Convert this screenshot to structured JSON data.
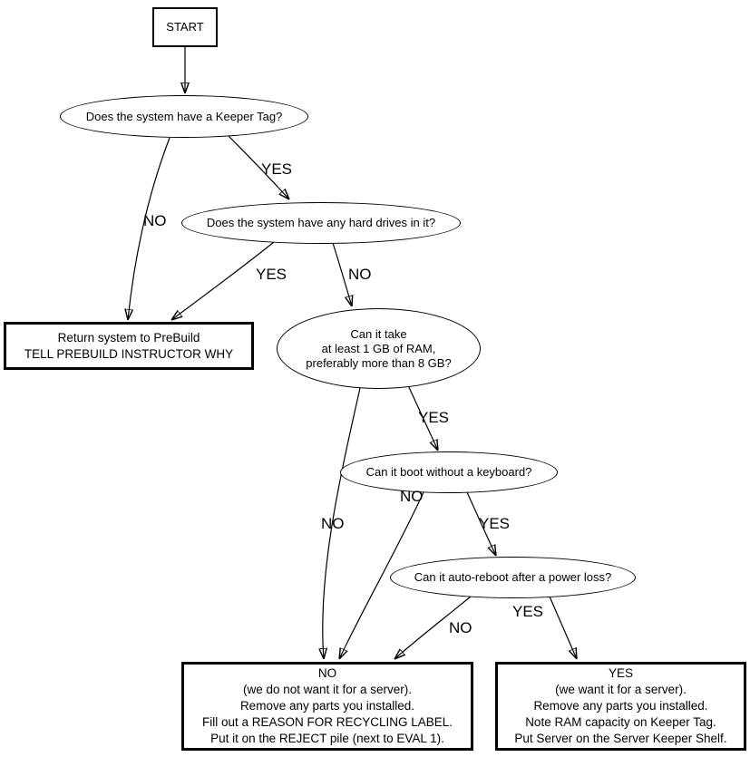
{
  "nodes": {
    "start": {
      "label": "START"
    },
    "keeper_tag": {
      "label": "Does the system have a Keeper Tag?"
    },
    "hard_drives": {
      "label": "Does the system have any hard drives in it?"
    },
    "ram": {
      "lines": [
        "Can it take",
        "at least 1 GB of RAM,",
        "preferably more than 8 GB?"
      ]
    },
    "boot_keyboard": {
      "label": "Can it boot without a keyboard?"
    },
    "auto_reboot": {
      "label": "Can it auto-reboot after a power loss?"
    },
    "prebuild": {
      "lines": [
        "Return system to PreBuild",
        "TELL PREBUILD INSTRUCTOR WHY"
      ]
    },
    "reject": {
      "lines": [
        "NO",
        "(we do not want it for a server).",
        "Remove any parts you installed.",
        "Fill out a REASON FOR RECYCLING LABEL.",
        "Put it on the REJECT pile (next to EVAL 1)."
      ]
    },
    "keep": {
      "lines": [
        "YES",
        "(we want it for a server).",
        "Remove any parts you installed.",
        "Note RAM capacity on Keeper Tag.",
        "Put Server on the Server Keeper Shelf."
      ]
    }
  },
  "edges": {
    "keeper_yes": "YES",
    "keeper_no": "NO",
    "drives_yes": "YES",
    "drives_no": "NO",
    "ram_yes": "YES",
    "ram_no": "NO",
    "boot_no": "NO",
    "boot_yes": "YES",
    "reboot_no": "NO",
    "reboot_yes": "YES"
  },
  "colors": {
    "line": "#000000",
    "background": "#ffffff"
  }
}
